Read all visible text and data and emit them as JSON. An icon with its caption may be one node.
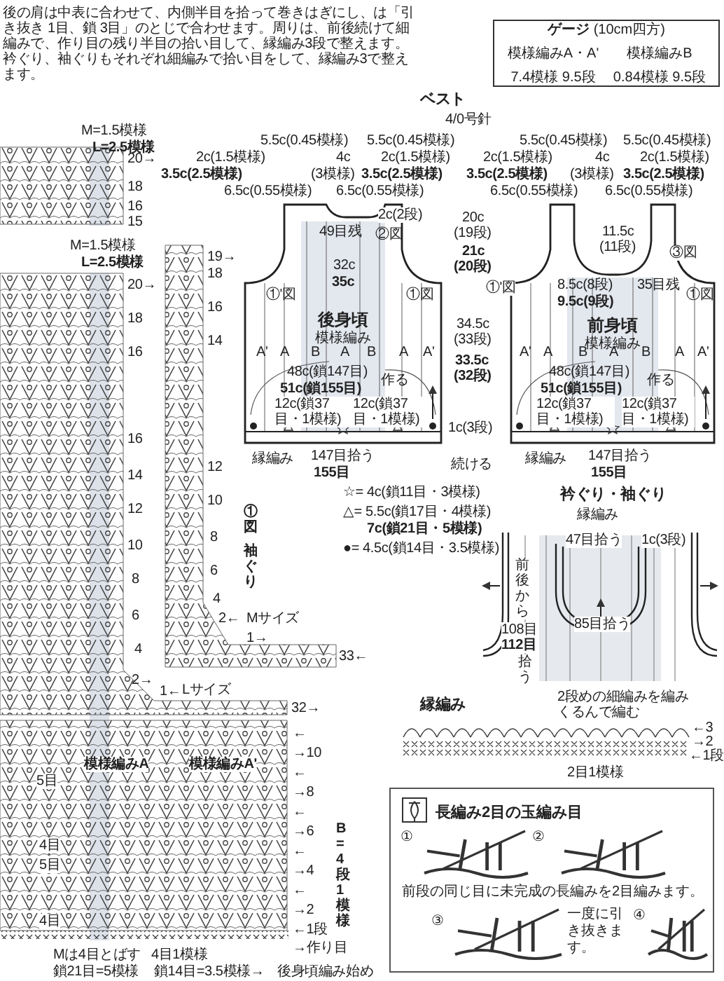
{
  "diagram": {
    "nodes": [
      {
        "text": [
          "**ゲージ** (10cm四方)",
          "模様編みA・A'",
          "模様編みB",
          "7.4模様 9.5段",
          "0.84模様 9.5段"
        ]
      },
      {
        "text": [
          "後身頃",
          "模様編み"
        ]
      },
      {
        "text": [
          "前身頃",
          "模様編み"
        ]
      },
      {
        "text": [],
        "shape": "picture"
      },
      {
        "text": [
          "長編み2目の玉編み目",
          "前段の同じ目に未完成の長編みを2目編みます。",
          "一度に引き抜きます。"
        ]
      }
    ],
    "labels": [
      "後の肩は中表に合わせて、内側半目を拾って巻きはぎにし、は「引き抜き 1目、鎖 3目」のとじで合わせます。周りは、前後続けて細編みで、作り目の残り半目の拾い目して、縁編み3段で整えます。衿ぐり、袖ぐりもそれぞれ細編みで拾い目をして、縁編み3で整えます。",
      "ベスト",
      "4/0号針",
      "5.5c(0.45模様)",
      "5.5c(0.45模様)",
      "2c(1.5模様)",
      "4c",
      "2c(1.5模様)",
      "3.5c(2.5模様)",
      "(3模様)",
      "3.5c(2.5模様)",
      "6.5c(0.55模様)",
      "6.5c(0.55模様)",
      "5.5c(0.45模様)",
      "5.5c(0.45模様)",
      "2c(1.5模様)",
      "4c",
      "2c(1.5模様)",
      "3.5c(2.5模様)",
      "(3模様)",
      "3.5c(2.5模様)",
      "6.5c(0.55模様)",
      "6.5c(0.55模様)",
      "2c(2段)",
      "49目残",
      "②図",
      "32c",
      "35c",
      "①'図",
      "①図",
      "A'",
      "A",
      "B",
      "A",
      "B",
      "A",
      "A'",
      "48c(鎖147目)",
      "51c(鎖155目)",
      "作る",
      "12c(鎖37目・1模様)",
      "12c(鎖37目・1模様)",
      "147目拾う",
      "155目",
      "縁編み",
      "20c",
      "(19段)",
      "21c",
      "(20段)",
      "34.5c",
      "(33段)",
      "33.5c",
      "(32段)",
      "1c(3段)",
      "続ける",
      "11.5c",
      "(11段)",
      "③図",
      "①'図",
      "8.5c(8段)",
      "9.5c(9段)",
      "35目残",
      "①図",
      "A'",
      "A",
      "B",
      "A",
      "B",
      "A",
      "A'",
      "48c(鎖147目)",
      "51c(鎖155目)",
      "作る",
      "12c(鎖37目・1模様)",
      "12c(鎖37目・1模様)",
      "縁編み",
      "147目拾う",
      "155目",
      "☆= 4c(鎖11目・3模様)",
      "△= 5.5c(鎖17目・4模様)",
      "7c(鎖21目・5模様)",
      "●= 4.5c(鎖14目・3.5模様)",
      "衿ぐり・袖ぐり",
      "縁編み",
      "47目拾う",
      "1c(3段)",
      "前後から",
      "108目",
      "112目",
      "拾う",
      "85目拾う",
      "縁編み",
      "2段めの細編みを編みくるんで編む",
      "←3",
      "→2",
      "←1段",
      "2目1模様",
      "①",
      "②",
      "③",
      "④",
      "M=1.5模様",
      "L=2.5模様",
      "20→",
      "18",
      "16",
      "15",
      "M=1.5模様",
      "L=2.5模様",
      "19→",
      "18",
      "20→",
      "18",
      "16",
      "16",
      "14",
      "16",
      "14",
      "12",
      "10",
      "8",
      "6",
      "4",
      "12",
      "10",
      "8",
      "6",
      "4",
      "①図",
      "袖ぐり",
      "2←",
      "Mサイズ",
      "1→",
      "33←",
      "2→",
      "1←",
      "Lサイズ",
      "32→",
      "←",
      "→10",
      "←",
      "→8",
      "←",
      "→6",
      "←",
      "→4",
      "←",
      "→2",
      "←1段",
      "→作り目",
      "B=4段1模様",
      "模様編みA",
      "模様編みA'",
      "5目",
      "4目",
      "5目",
      "4目",
      "Mは4目とばす",
      "4目1模様",
      "鎖21目=5模様",
      "鎖14目=3.5模様→",
      "後身頃編み始め"
    ]
  }
}
